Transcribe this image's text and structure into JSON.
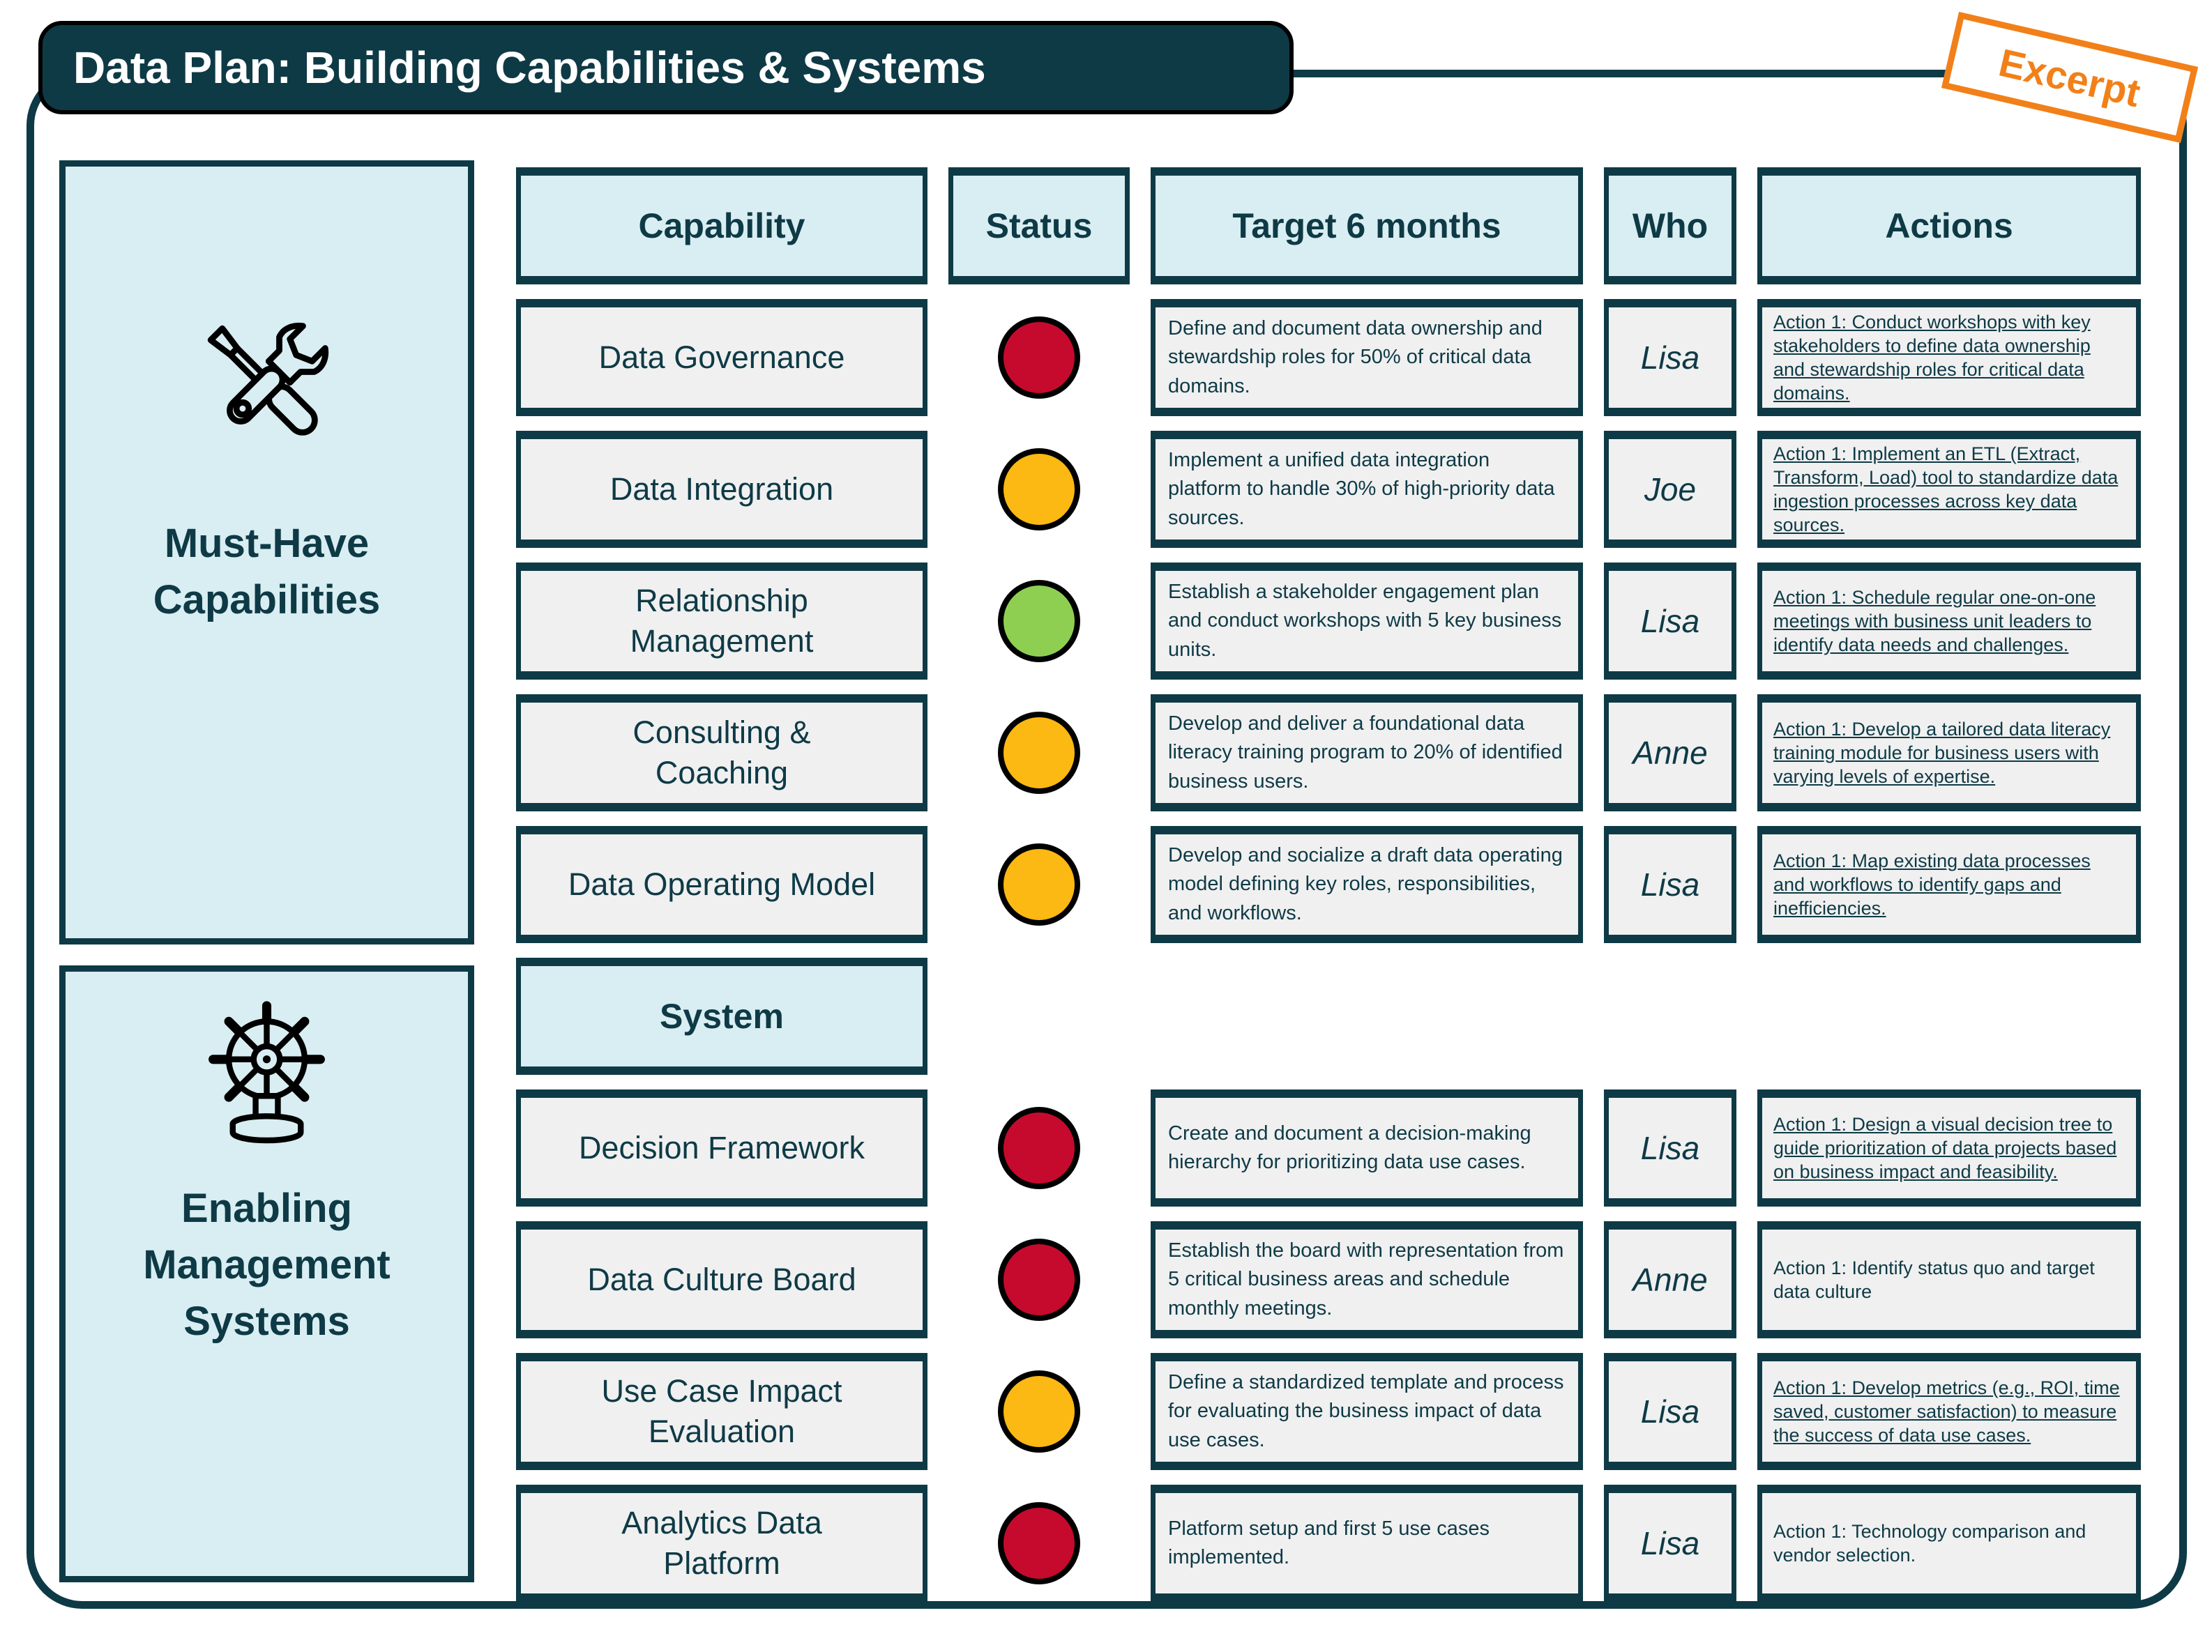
{
  "title": "Data Plan: Building Capabilities & Systems",
  "stamp": "Excerpt",
  "colors": {
    "dark_teal": "#0E3A46",
    "light_blue": "#D9EEF2",
    "cell_gray": "#F0F0F0",
    "stamp_orange": "#F28019",
    "red": "#C50A2D",
    "amber": "#FCB813",
    "green": "#8ECF52"
  },
  "sidebar": {
    "groups": [
      {
        "icon": "tools-icon",
        "label": "Must-Have\nCapabilities"
      },
      {
        "icon": "helm-icon",
        "label": "Enabling\nManagement\nSystems"
      }
    ]
  },
  "table": {
    "columns": [
      "Capability",
      "Status",
      "Target 6 months",
      "Who",
      "Actions"
    ],
    "sections": [
      {
        "label": null,
        "rows": [
          {
            "capability": "Data Governance",
            "status": "red",
            "target": "Define and document data ownership and stewardship roles for 50% of critical data domains.",
            "who": "Lisa",
            "action": "Action 1: Conduct workshops with key stakeholders to define data ownership and stewardship roles for critical data domains.",
            "action_underline": true
          },
          {
            "capability": "Data Integration",
            "status": "amber",
            "target": "Implement a unified data integration platform to handle 30% of high-priority data sources.",
            "who": "Joe",
            "action": "Action 1: Implement an ETL (Extract, Transform, Load) tool to standardize data ingestion processes across key data sources.",
            "action_underline": true
          },
          {
            "capability": "Relationship\nManagement",
            "status": "green",
            "target": "Establish a stakeholder engagement plan and conduct workshops with 5 key business units.",
            "who": "Lisa",
            "action": "Action 1: Schedule regular one-on-one meetings with business unit leaders to identify data needs and challenges.",
            "action_underline": true
          },
          {
            "capability": "Consulting &\nCoaching",
            "status": "amber",
            "target": "Develop and deliver a foundational data literacy training program to 20% of identified business users.",
            "who": "Anne",
            "action": "Action 1: Develop a tailored data literacy training module for business users with varying levels of expertise.",
            "action_underline": true
          },
          {
            "capability": "Data Operating Model",
            "status": "amber",
            "target": "Develop and socialize a draft data operating model defining key roles, responsibilities, and workflows.",
            "who": "Lisa",
            "action": "Action 1: Map existing data processes and workflows to identify gaps and inefficiencies.",
            "action_underline": true
          }
        ]
      },
      {
        "label": "System",
        "rows": [
          {
            "capability": "Decision Framework",
            "status": "red",
            "target": "Create and document a decision-making hierarchy for prioritizing data use cases.",
            "who": "Lisa",
            "action": "Action 1: Design a visual decision tree to guide prioritization of data projects based on business impact and feasibility.",
            "action_underline": true
          },
          {
            "capability": "Data Culture Board",
            "status": "red",
            "target": "Establish the board with representation from 5 critical business areas and schedule monthly meetings.",
            "who": "Anne",
            "action": "Action 1: Identify status quo and target data culture",
            "action_underline": false
          },
          {
            "capability": "Use Case Impact\nEvaluation",
            "status": "amber",
            "target": "Define a standardized template and process for evaluating the business impact of data use cases.",
            "who": "Lisa",
            "action": "Action 1: Develop metrics (e.g., ROI, time saved, customer satisfaction) to measure the success of data use cases.",
            "action_underline": true
          },
          {
            "capability": "Analytics Data\nPlatform",
            "status": "red",
            "target": "Platform setup and first 5 use cases implemented.",
            "who": "Lisa",
            "action": "Action 1: Technology comparison and vendor selection.",
            "action_underline": false
          }
        ]
      }
    ]
  }
}
